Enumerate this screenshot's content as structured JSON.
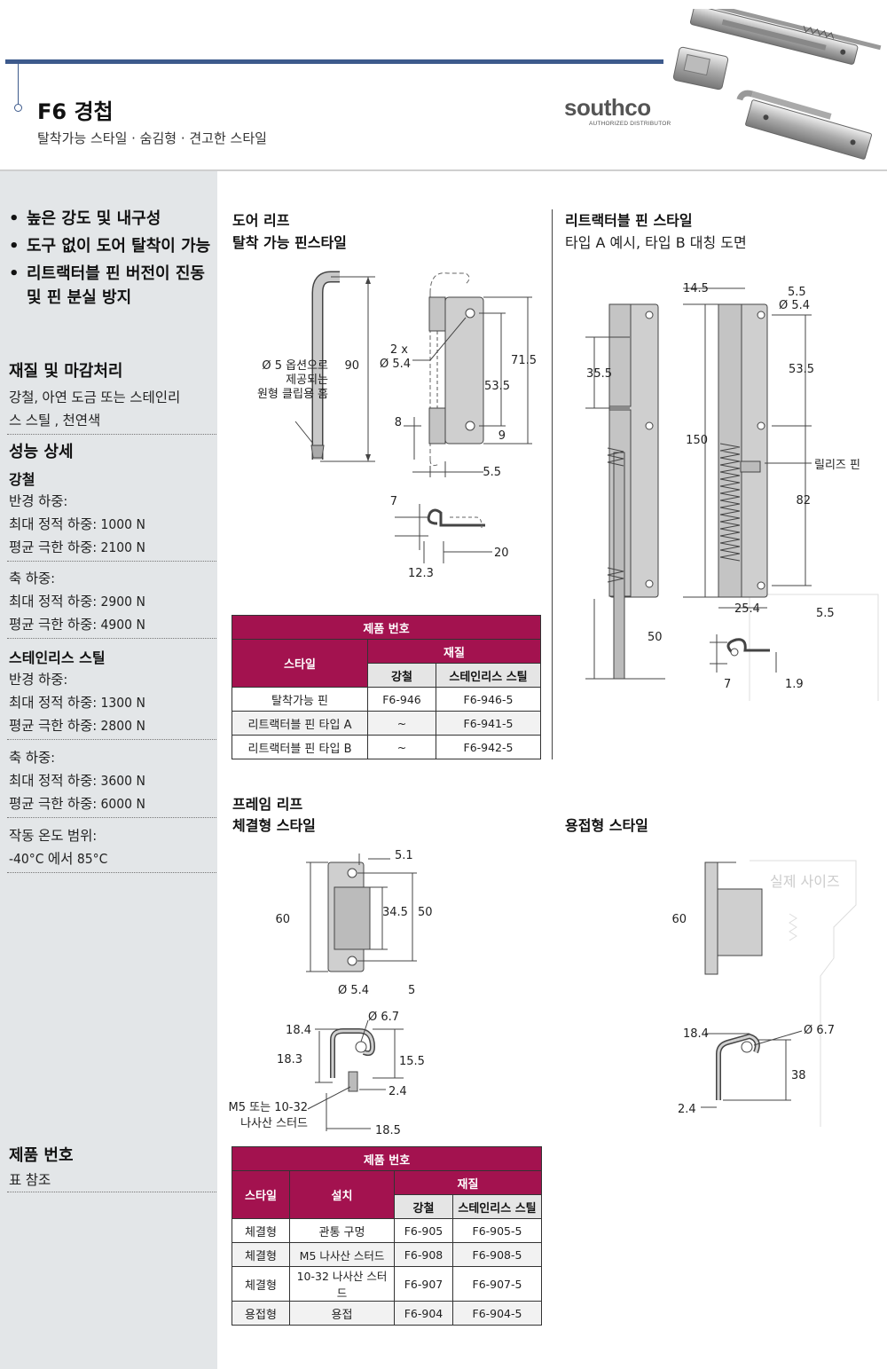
{
  "header": {
    "title": "F6 경첩",
    "subtitle": "탈착가능 스타일 · 숨김형 · 견고한 스타일",
    "logo": "southco",
    "logo_sub": "AUTHORIZED DISTRIBUTOR"
  },
  "sidebar": {
    "bullets": [
      "높은 강도 및 내구성",
      "도구 없이 도어 탈착이 가능",
      "리트랙터블 핀 버전이 진동 및 핀 분실 방지"
    ],
    "material_title": "재질 및 마감처리",
    "material_text_1": "강철, 아연 도금 또는 스테인리",
    "material_text_2": "스 스틸 , 천연색",
    "perf_title": "성능 상세",
    "steel_title": "강철",
    "steel_radial": "반경 하중:",
    "steel_radial_static": "최대 정적 하중: 1000 N",
    "steel_radial_ult": "평균 극한 하중: 2100 N",
    "steel_axial": "축 하중:",
    "steel_axial_static": "최대 정적 하중: 2900 N",
    "steel_axial_ult": "평균 극한 하중: 4900 N",
    "ss_title": "스테인리스 스틸",
    "ss_radial": "반경 하중:",
    "ss_radial_static": "최대 정적 하중: 1300 N",
    "ss_radial_ult": "평균 극한 하중: 2800 N",
    "ss_axial": "축 하중:",
    "ss_axial_static": "최대 정적 하중: 3600 N",
    "ss_axial_ult": "평균 극한 하중: 6000 N",
    "temp_title": "작동 온도 범위:",
    "temp_value": "-40°C 에서 85°C",
    "part_title": "제품 번호",
    "part_text": "표 참조"
  },
  "door_leaf": {
    "title": "도어 리프",
    "subtitle": "탈착 가능 핀스타일",
    "note_1": "Ø 5 옵션으로",
    "note_2": "제공되는",
    "note_3": "원형 클립용 홈",
    "dims": {
      "d90": "90",
      "d2x": "2 x",
      "d54": "Ø 5.4",
      "d715": "71.5",
      "d535": "53.5",
      "d8": "8",
      "d9": "9",
      "d55": "5.5",
      "d7": "7",
      "d20": "20",
      "d123": "12.3"
    }
  },
  "retract": {
    "title": "리트랙터블 핀 스타일",
    "subtitle": "타입 A 예시, 타입 B 대칭 도면",
    "release_pin": "릴리즈 핀",
    "dims": {
      "d145": "14.5",
      "d55a": "5.5",
      "d54": "Ø 5.4",
      "d355": "35.5",
      "d535": "53.5",
      "d150": "150",
      "d82": "82",
      "d254": "25.4",
      "d55b": "5.5",
      "d50": "50",
      "d7": "7",
      "d19": "1.9"
    }
  },
  "table1": {
    "header": "제품 번호",
    "style": "스타일",
    "material": "재질",
    "steel": "강철",
    "ss": "스테인리스 스틸",
    "rows": [
      {
        "style": "탈착가능 핀",
        "steel": "F6-946",
        "ss": "F6-946-5"
      },
      {
        "style": "리트랙터블 핀 타입 A",
        "steel": "~",
        "ss": "F6-941-5"
      },
      {
        "style": "리트랙터블 핀 타입 B",
        "steel": "~",
        "ss": "F6-942-5"
      }
    ]
  },
  "frame_leaf": {
    "title": "프레임 리프",
    "subtitle": "체결형 스타일",
    "stud_1": "M5 또는 10-32",
    "stud_2": "나사산 스터드",
    "dims": {
      "d51": "5.1",
      "d60": "60",
      "d345": "34.5",
      "d50": "50",
      "d54": "Ø 5.4",
      "d5": "5",
      "d67": "Ø 6.7",
      "d184": "18.4",
      "d183": "18.3",
      "d155": "15.5",
      "d24": "2.4",
      "d185": "18.5"
    }
  },
  "weld": {
    "title": "용접형 스타일",
    "actual_size": "실제 사이즈",
    "dims": {
      "d60": "60",
      "d184": "18.4",
      "d67": "Ø 6.7",
      "d38": "38",
      "d24": "2.4"
    }
  },
  "table2": {
    "header": "제품 번호",
    "style": "스타일",
    "install": "설치",
    "material": "재질",
    "steel": "강철",
    "ss": "스테인리스 스틸",
    "rows": [
      {
        "style": "체결형",
        "install": "관통 구멍",
        "steel": "F6-905",
        "ss": "F6-905-5"
      },
      {
        "style": "체결형",
        "install": "M5 나사산 스터드",
        "steel": "F6-908",
        "ss": "F6-908-5"
      },
      {
        "style": "체결형",
        "install": "10-32 나사산 스터드",
        "steel": "F6-907",
        "ss": "F6-907-5"
      },
      {
        "style": "용접형",
        "install": "용접",
        "steel": "F6-904",
        "ss": "F6-904-5"
      }
    ]
  },
  "colors": {
    "accent": "#3d5a8c",
    "table_header": "#a3124f",
    "sidebar": "#e3e6e8"
  }
}
